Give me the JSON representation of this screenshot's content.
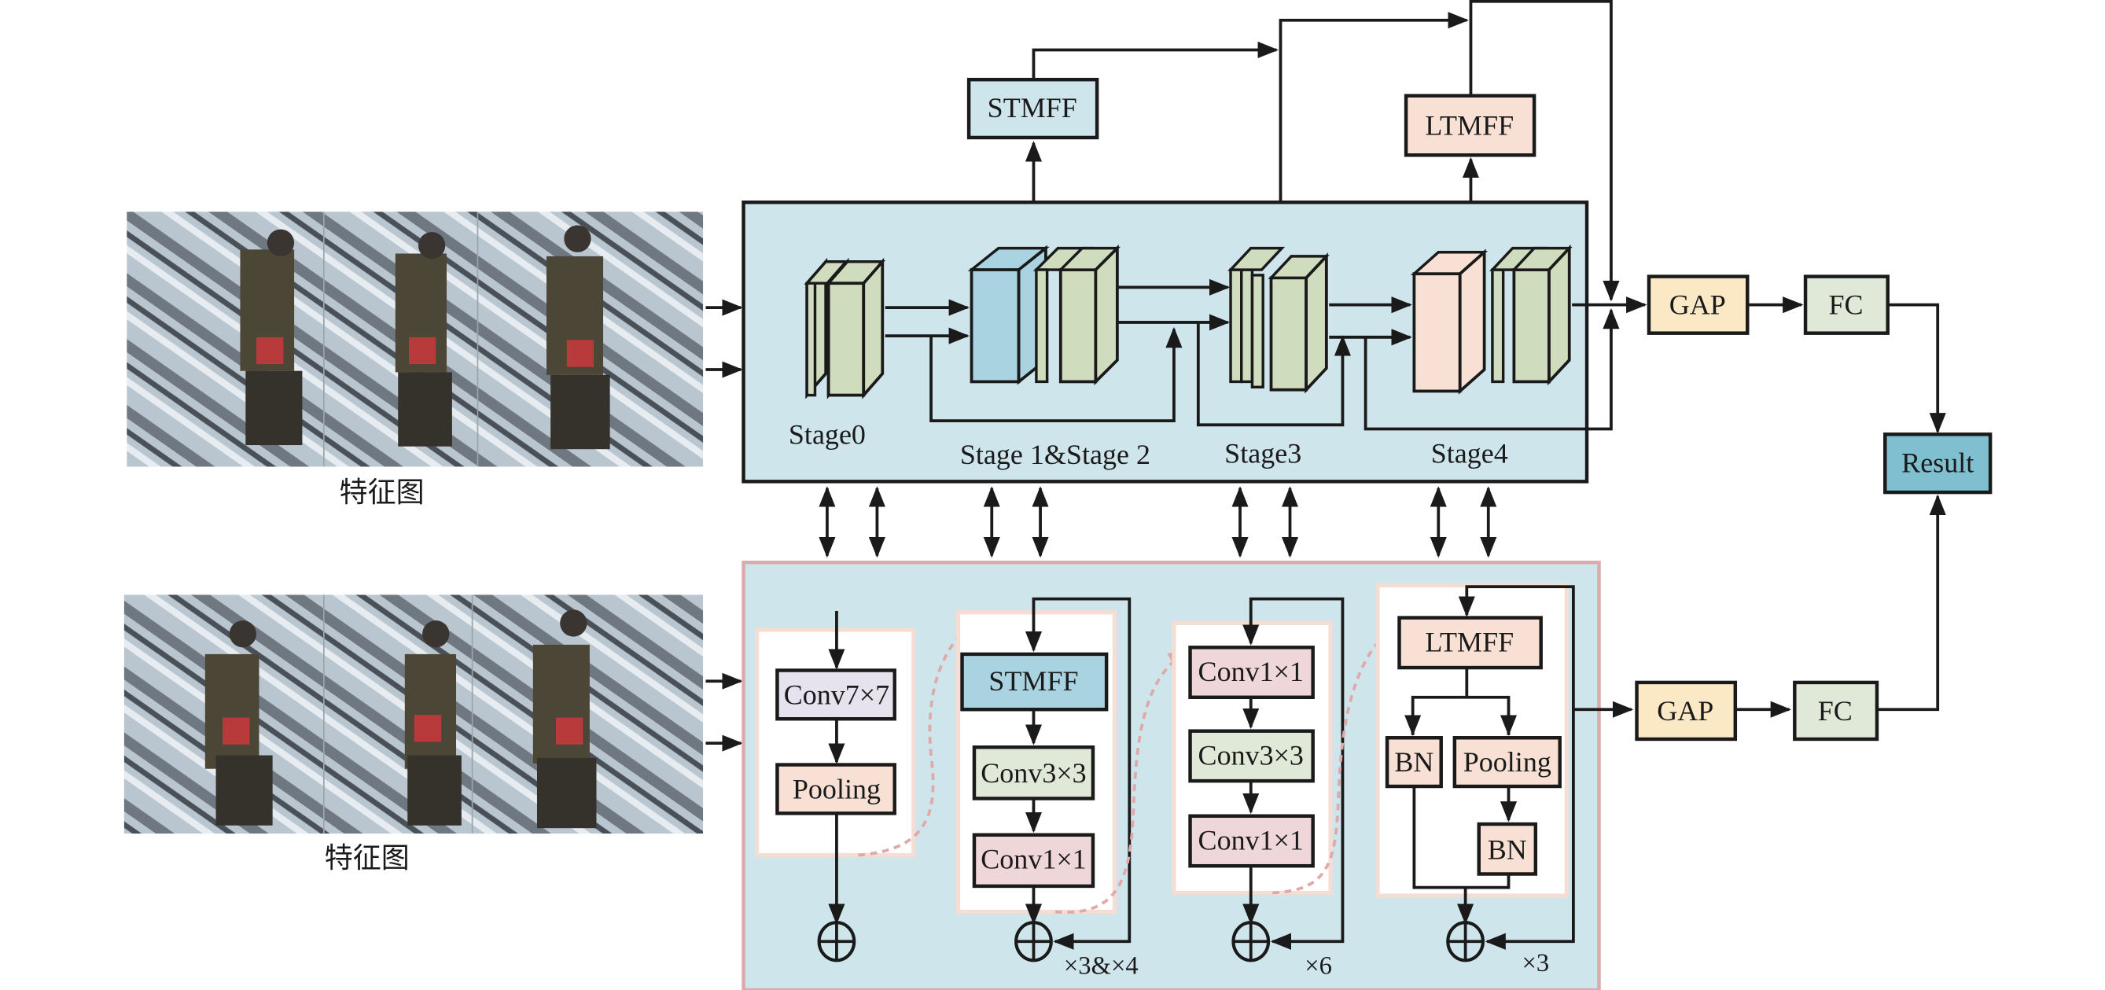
{
  "figure": {
    "input_caption_top": "特征图",
    "input_caption_bottom": "特征图",
    "top_branch": {
      "stmff_label": "STMFF",
      "ltmff_label": "LTMFF",
      "stage_labels": [
        "Stage0",
        "Stage 1&Stage 2",
        "Stage3",
        "Stage4"
      ],
      "gap_label": "GAP",
      "fc_label": "FC"
    },
    "result_label": "Result",
    "bottom_branch": {
      "block0": {
        "conv_label": "Conv7×7",
        "pool_label": "Pooling"
      },
      "block1": {
        "stmff_label": "STMFF",
        "conv3_label": "Conv3×3",
        "conv1_label": "Conv1×1",
        "repeat_label": "×3&×4"
      },
      "block2": {
        "conv1a_label": "Conv1×1",
        "conv3_label": "Conv3×3",
        "conv1b_label": "Conv1×1",
        "repeat_label": "×6"
      },
      "block3": {
        "ltmff_label": "LTMFF",
        "bn_left_label": "BN",
        "pool_label": "Pooling",
        "bn_right_label": "BN",
        "repeat_label": "×3"
      },
      "gap_label": "GAP",
      "fc_label": "FC"
    },
    "colors": {
      "panel_bg": "#cfe5ec",
      "panel_border_bottom": "#dca9ad",
      "stmff": "#cfe5ec",
      "stmff_dark": "#a9d3e0",
      "ltmff": "#f9e0d4",
      "gap": "#fbe9c6",
      "fc": "#e0e9d7",
      "result": "#7fbfcf",
      "conv7": "#e6e3ef",
      "conv1": "#efd6d8",
      "conv3": "#e0e9d7",
      "layer_green": "#cfdcbd"
    }
  }
}
